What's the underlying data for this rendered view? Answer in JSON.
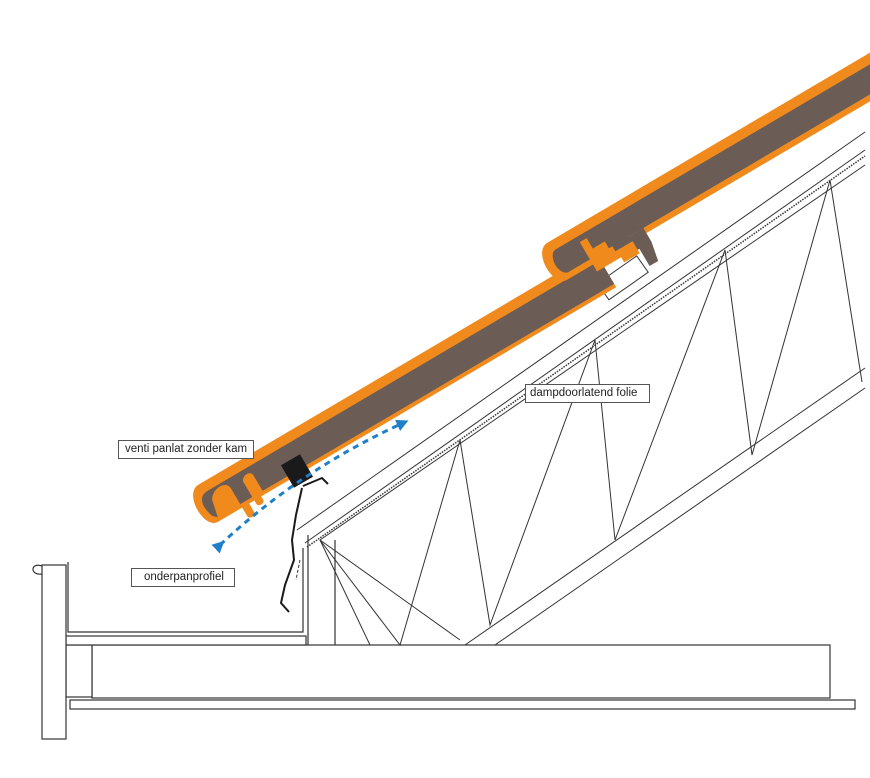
{
  "labels": {
    "batten": "venti panlat zonder kam",
    "eaves_profile": "onderpanprofiel",
    "membrane": "dampdoorlatend folie"
  },
  "colors": {
    "tile_glaze": "#f08a1c",
    "tile_body": "#6b5d56",
    "airflow": "#1f7fc8",
    "line": "#333333",
    "profile": "#1a1a1a"
  }
}
